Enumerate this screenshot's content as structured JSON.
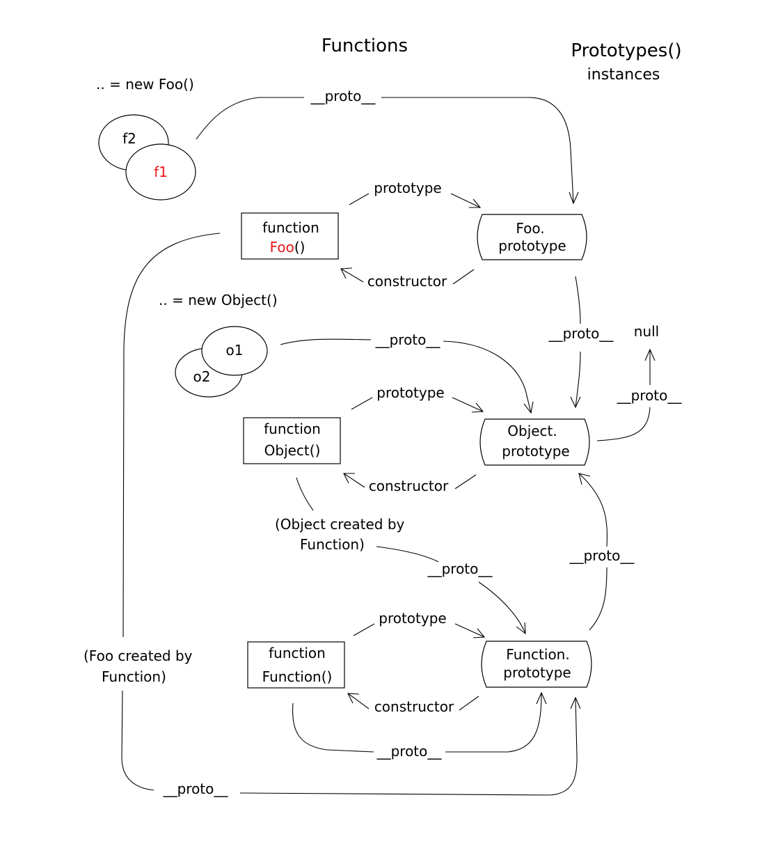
{
  "headings": {
    "functions": "Functions",
    "prototypes": "Prototypes()",
    "instances": "instances"
  },
  "notes": {
    "new_foo": ".. = new Foo()",
    "new_object": ".. = new Object()",
    "object_created_line1": "(Object created by",
    "object_created_line2": "Function)",
    "foo_created_line1": "(Foo created by",
    "foo_created_line2": "Function)"
  },
  "nodes": {
    "f1": "f1",
    "f2": "f2",
    "o1": "o1",
    "o2": "o2",
    "null": "null",
    "foo_fn_line1": "function",
    "foo_fn_name": "Foo",
    "foo_fn_parens": "()",
    "foo_proto_line1": "Foo.",
    "foo_proto_line2": "prototype",
    "object_fn_line1": "function",
    "object_fn_line2": "Object()",
    "object_proto_line1": "Object.",
    "object_proto_line2": "prototype",
    "function_fn_line1": "function",
    "function_fn_line2": "Function()",
    "function_proto_line1": "Function.",
    "function_proto_line2": "prototype"
  },
  "edge_labels": {
    "proto": "__proto__",
    "prototype": "prototype",
    "constructor": "constructor"
  },
  "colors": {
    "highlight": "#e8141b",
    "line": "#000000"
  }
}
